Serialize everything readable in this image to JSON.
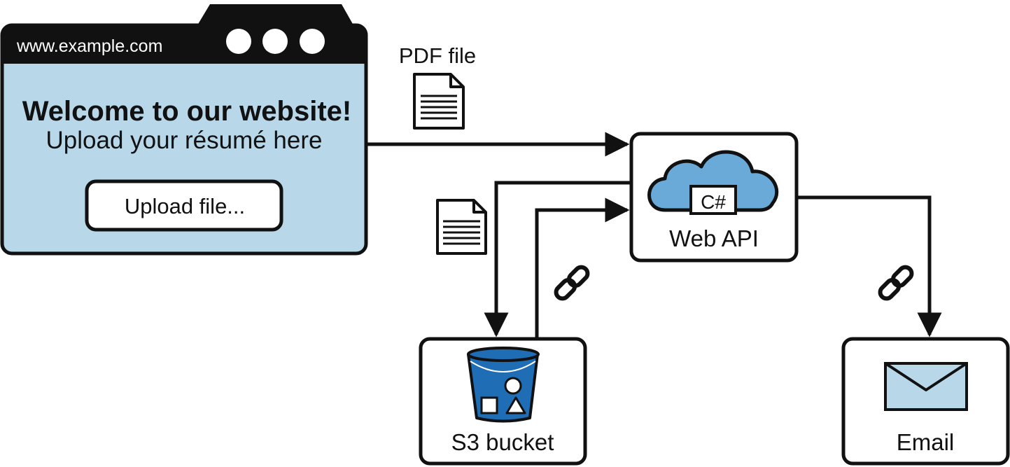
{
  "browser": {
    "url": "www.example.com",
    "heading": "Welcome to our website!",
    "subheading": "Upload your résumé here",
    "button_label": "Upload file..."
  },
  "pdf_label": "PDF file",
  "web_api": {
    "badge": "C#",
    "label": "Web API"
  },
  "s3": {
    "label": "S3 bucket"
  },
  "email": {
    "label": "Email"
  },
  "colors": {
    "browser_body": "#b8d8ea",
    "cloud": "#6aaad9",
    "bucket": "#1f6db5",
    "envelope": "#b8d8ea",
    "stroke": "#111111"
  }
}
